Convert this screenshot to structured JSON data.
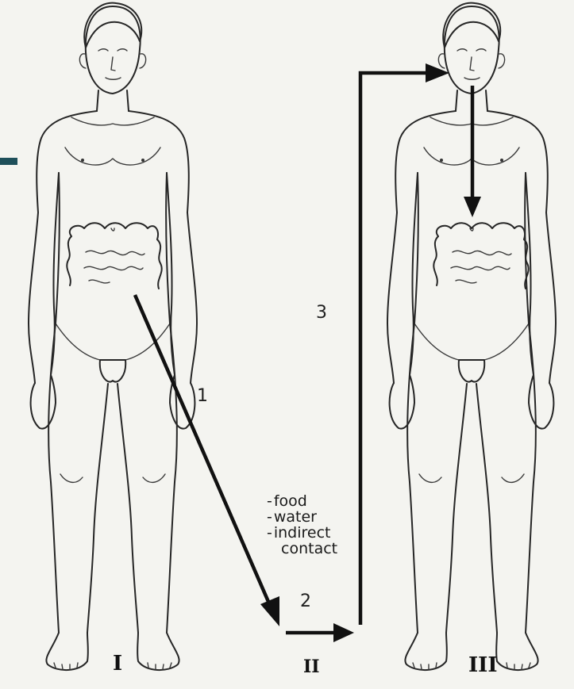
{
  "figures": [
    {
      "numeral": "I"
    },
    {
      "numeral": "II"
    },
    {
      "numeral": "III"
    }
  ],
  "steps": [
    {
      "number": "1"
    },
    {
      "number": "2"
    },
    {
      "number": "3"
    }
  ],
  "routes": [
    {
      "text": "food",
      "bullet": true
    },
    {
      "text": "water",
      "bullet": true
    },
    {
      "text": "indirect",
      "bullet": true
    },
    {
      "text": "contact",
      "bullet": false
    }
  ]
}
